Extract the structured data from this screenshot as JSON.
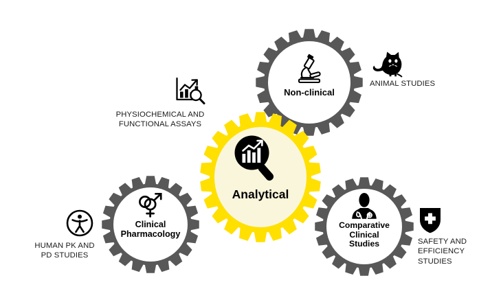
{
  "diagram": {
    "type": "interlocking-gears",
    "title_present": false,
    "colors": {
      "accent_yellow": "#FFE000",
      "center_fill": "#FAF6DC",
      "gear_gray": "#585858",
      "gear_inner_white": "#FFFFFF",
      "icon_black": "#000000",
      "text_black": "#1A1A1A",
      "background": "#FFFFFF"
    },
    "center_gear": {
      "label": "Analytical",
      "icon": "magnifier-bar-chart-icon",
      "color": "#FFE000",
      "inner_color": "#FAF6DC",
      "teeth": 22
    },
    "gears": [
      {
        "id": "non-clinical",
        "label": "Non-clinical",
        "label_lines": [
          "Non-clinical"
        ],
        "icon": "microscope-icon",
        "color": "#585858",
        "teeth": 20
      },
      {
        "id": "clinical-pharmacology",
        "label": "Clinical Pharmacology",
        "label_lines": [
          "Clinical",
          "Pharmacology"
        ],
        "icon": "gender-symbols-icon",
        "color": "#585858",
        "teeth": 20
      },
      {
        "id": "comparative-clinical-studies",
        "label": "Comparative Clinical Studies",
        "label_lines": [
          "Comparative",
          "Clinical",
          "Studies"
        ],
        "icon": "doctor-stethoscope-icon",
        "color": "#585858",
        "teeth": 20
      }
    ],
    "callouts": [
      {
        "id": "physiochemical",
        "icon": "chart-magnifier-icon",
        "caption_lines": [
          "PHYSIOCHEMICAL AND",
          "FUNCTIONAL ASSAYS"
        ],
        "caption": "PHYSIOCHEMICAL AND FUNCTIONAL ASSAYS",
        "linked_gear": "Analytical"
      },
      {
        "id": "animal-studies",
        "icon": "cat-icon",
        "caption_lines": [
          "ANIMAL STUDIES"
        ],
        "caption": "ANIMAL STUDIES",
        "linked_gear": "Non-clinical"
      },
      {
        "id": "human-pk-pd",
        "icon": "accessibility-person-icon",
        "caption_lines": [
          "HUMAN PK AND",
          "PD STUDIES"
        ],
        "caption": "HUMAN PK AND PD STUDIES",
        "linked_gear": "Clinical Pharmacology"
      },
      {
        "id": "safety-efficiency",
        "icon": "shield-cross-icon",
        "caption_lines": [
          "SAFETY AND",
          "EFFICIENCY",
          "STUDIES"
        ],
        "caption": "SAFETY AND EFFICIENCY STUDIES",
        "linked_gear": "Comparative Clinical Studies"
      }
    ]
  }
}
